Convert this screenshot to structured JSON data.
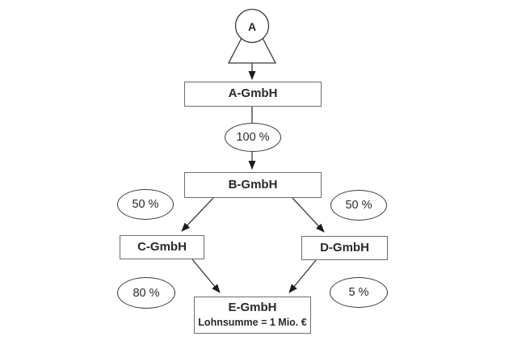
{
  "diagram": {
    "title_hint": "Corporate ownership structure chart",
    "person": {
      "label": "A"
    },
    "nodes": [
      {
        "id": "a-gmbh",
        "label": "A-GmbH"
      },
      {
        "id": "b-gmbh",
        "label": "B-GmbH"
      },
      {
        "id": "c-gmbh",
        "label": "C-GmbH"
      },
      {
        "id": "d-gmbh",
        "label": "D-GmbH"
      },
      {
        "id": "e-gmbh",
        "label": "E-GmbH",
        "sublabel": "Lohnsumme = 1 Mio. €"
      }
    ],
    "ownership_labels": [
      {
        "from": "A-GmbH",
        "to": "B-GmbH",
        "label": "100 %"
      },
      {
        "from": "B-GmbH",
        "to": "C-GmbH",
        "label": "50 %"
      },
      {
        "from": "B-GmbH",
        "to": "D-GmbH",
        "label": "50 %"
      },
      {
        "from": "C-GmbH",
        "to": "E-GmbH",
        "label": "80 %"
      },
      {
        "from": "D-GmbH",
        "to": "E-GmbH",
        "label": "5 %"
      }
    ],
    "colors": {
      "background": "#ffffff",
      "line": "#3a3a3a",
      "arrowhead": "#1c1c1c",
      "box_border": "#6e6e6e",
      "text": "#2a2a2a"
    }
  }
}
